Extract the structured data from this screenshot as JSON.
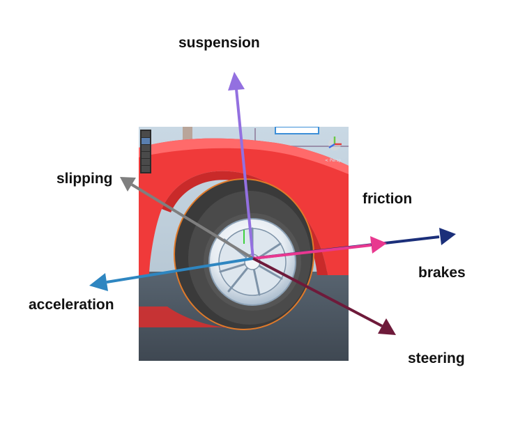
{
  "diagram": {
    "viewport": {
      "editor_tools": [
        "hand-tool-icon",
        "move-tool-icon",
        "rotate-tool-icon",
        "scale-tool-icon",
        "rect-tool-icon",
        "transform-tool-icon"
      ],
      "gizmo_label": "< Persp"
    },
    "forces": [
      {
        "id": "suspension",
        "label": "suspension",
        "color": "#9370e0"
      },
      {
        "id": "slipping",
        "label": "slipping",
        "color": "#7f7f7f"
      },
      {
        "id": "friction",
        "label": "friction",
        "color": "#e8388f"
      },
      {
        "id": "brakes",
        "label": "brakes",
        "color": "#1b2f7a"
      },
      {
        "id": "acceleration",
        "label": "acceleration",
        "color": "#2e86c1"
      },
      {
        "id": "steering",
        "label": "steering",
        "color": "#6e1a3a"
      }
    ]
  }
}
